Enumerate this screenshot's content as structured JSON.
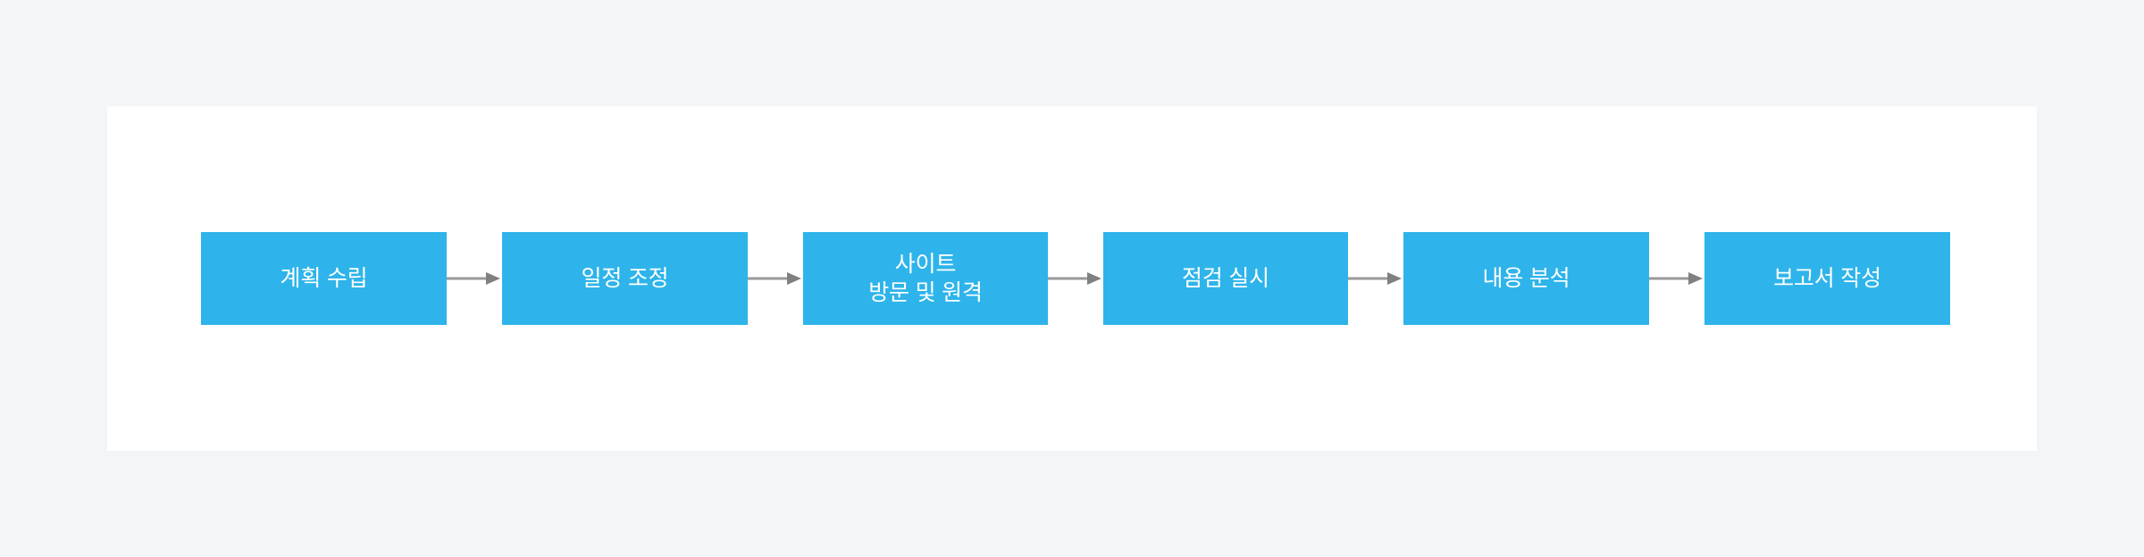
{
  "page": {
    "background_color": "#f4f5f7",
    "canvas_color": "#ffffff",
    "node_color": "#2eb4ea",
    "node_text_color": "#ffffff",
    "arrow_color": "#999999",
    "arrow_head_color": "#808080"
  },
  "diagram_data": {
    "type": "flowchart",
    "orientation": "horizontal",
    "title": "",
    "nodes": [
      {
        "id": "step-1",
        "label": "계획 수립",
        "lines": [
          "계획 수립"
        ],
        "order": 1
      },
      {
        "id": "step-2",
        "label": "일정 조정",
        "lines": [
          "일정 조정"
        ],
        "order": 2
      },
      {
        "id": "step-3",
        "label": "사이트 방문 및 원격",
        "lines": [
          "사이트",
          "방문 및 원격"
        ],
        "order": 3
      },
      {
        "id": "step-4",
        "label": "점검 실시",
        "lines": [
          "점검 실시"
        ],
        "order": 4
      },
      {
        "id": "step-5",
        "label": "내용 분석",
        "lines": [
          "내용 분석"
        ],
        "order": 5
      },
      {
        "id": "step-6",
        "label": "보고서 작성",
        "lines": [
          "보고서 작성"
        ],
        "order": 6
      }
    ],
    "edges": [
      {
        "from": "step-1",
        "to": "step-2",
        "style": "arrow"
      },
      {
        "from": "step-2",
        "to": "step-3",
        "style": "arrow"
      },
      {
        "from": "step-3",
        "to": "step-4",
        "style": "arrow"
      },
      {
        "from": "step-4",
        "to": "step-5",
        "style": "arrow"
      },
      {
        "from": "step-5",
        "to": "step-6",
        "style": "arrow"
      }
    ]
  }
}
